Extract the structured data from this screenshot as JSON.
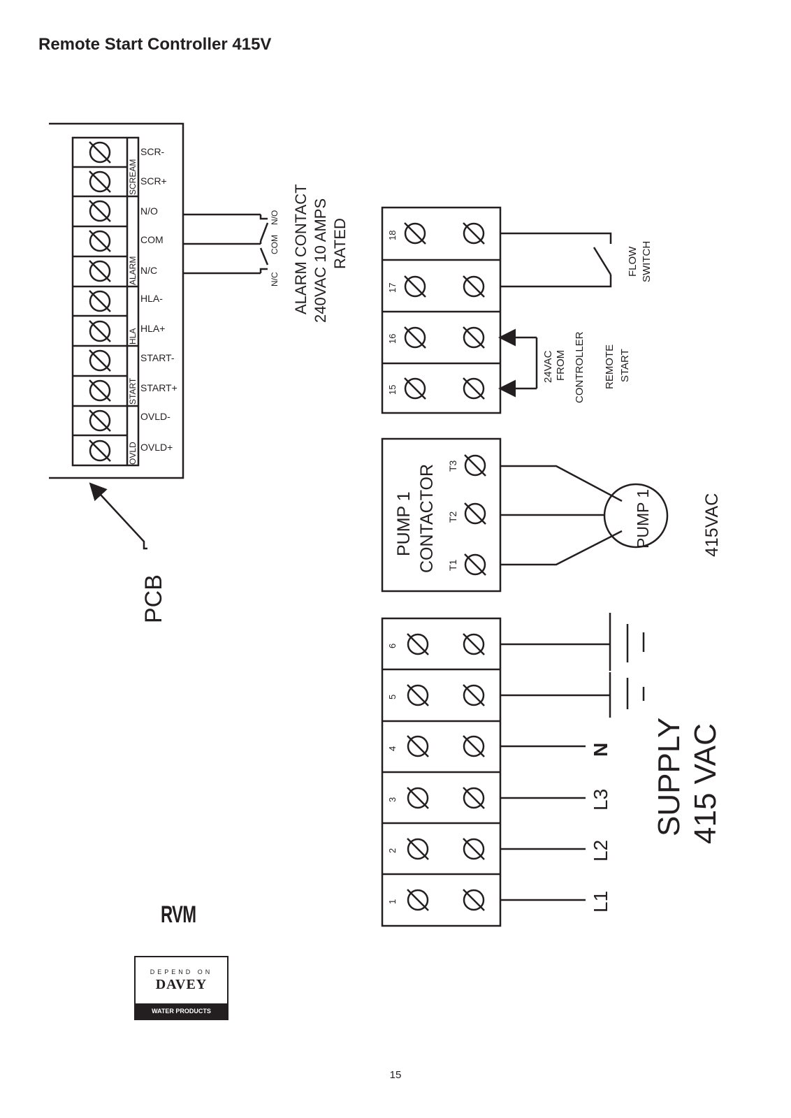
{
  "page": {
    "title": "Remote Start Controller 415V",
    "page_number": "15"
  },
  "pcb": {
    "label": "PCB",
    "terminals": [
      "SCR-",
      "SCR+",
      "N/O",
      "COM",
      "N/C",
      "HLA-",
      "HLA+",
      "START-",
      "START+",
      "OVLD-",
      "OVLD+"
    ],
    "groups": [
      "SCREAM",
      "ALARM",
      "HLA",
      "START",
      "OVLD"
    ]
  },
  "alarm": {
    "contact_labels": [
      "N/O",
      "COM",
      "N/C"
    ],
    "text": [
      "ALARM CONTACT",
      "240VAC 10 AMPS",
      "RATED"
    ]
  },
  "control_block": {
    "terminals": [
      "15",
      "16",
      "17",
      "18"
    ],
    "from_controller": [
      "24VAC",
      "FROM",
      "CONTROLLER"
    ],
    "remote_start": [
      "REMOTE",
      "START"
    ],
    "flow_switch": [
      "FLOW",
      "SWITCH"
    ]
  },
  "contactor": {
    "title": [
      "PUMP 1",
      "CONTACTOR"
    ],
    "terminals": [
      "T1",
      "T2",
      "T3"
    ]
  },
  "motor": {
    "label": "PUMP 1",
    "voltage": "415VAC"
  },
  "supply_block": {
    "terminals": [
      "1",
      "2",
      "3",
      "4",
      "5",
      "6"
    ],
    "lines": [
      "L1",
      "L2",
      "L3",
      "N"
    ],
    "label": [
      "SUPPLY",
      "415 VAC"
    ]
  },
  "branding": {
    "model": "RVM",
    "tagline": "DEPEND ON",
    "name": "DAVEY",
    "sub": "WATER PRODUCTS"
  }
}
